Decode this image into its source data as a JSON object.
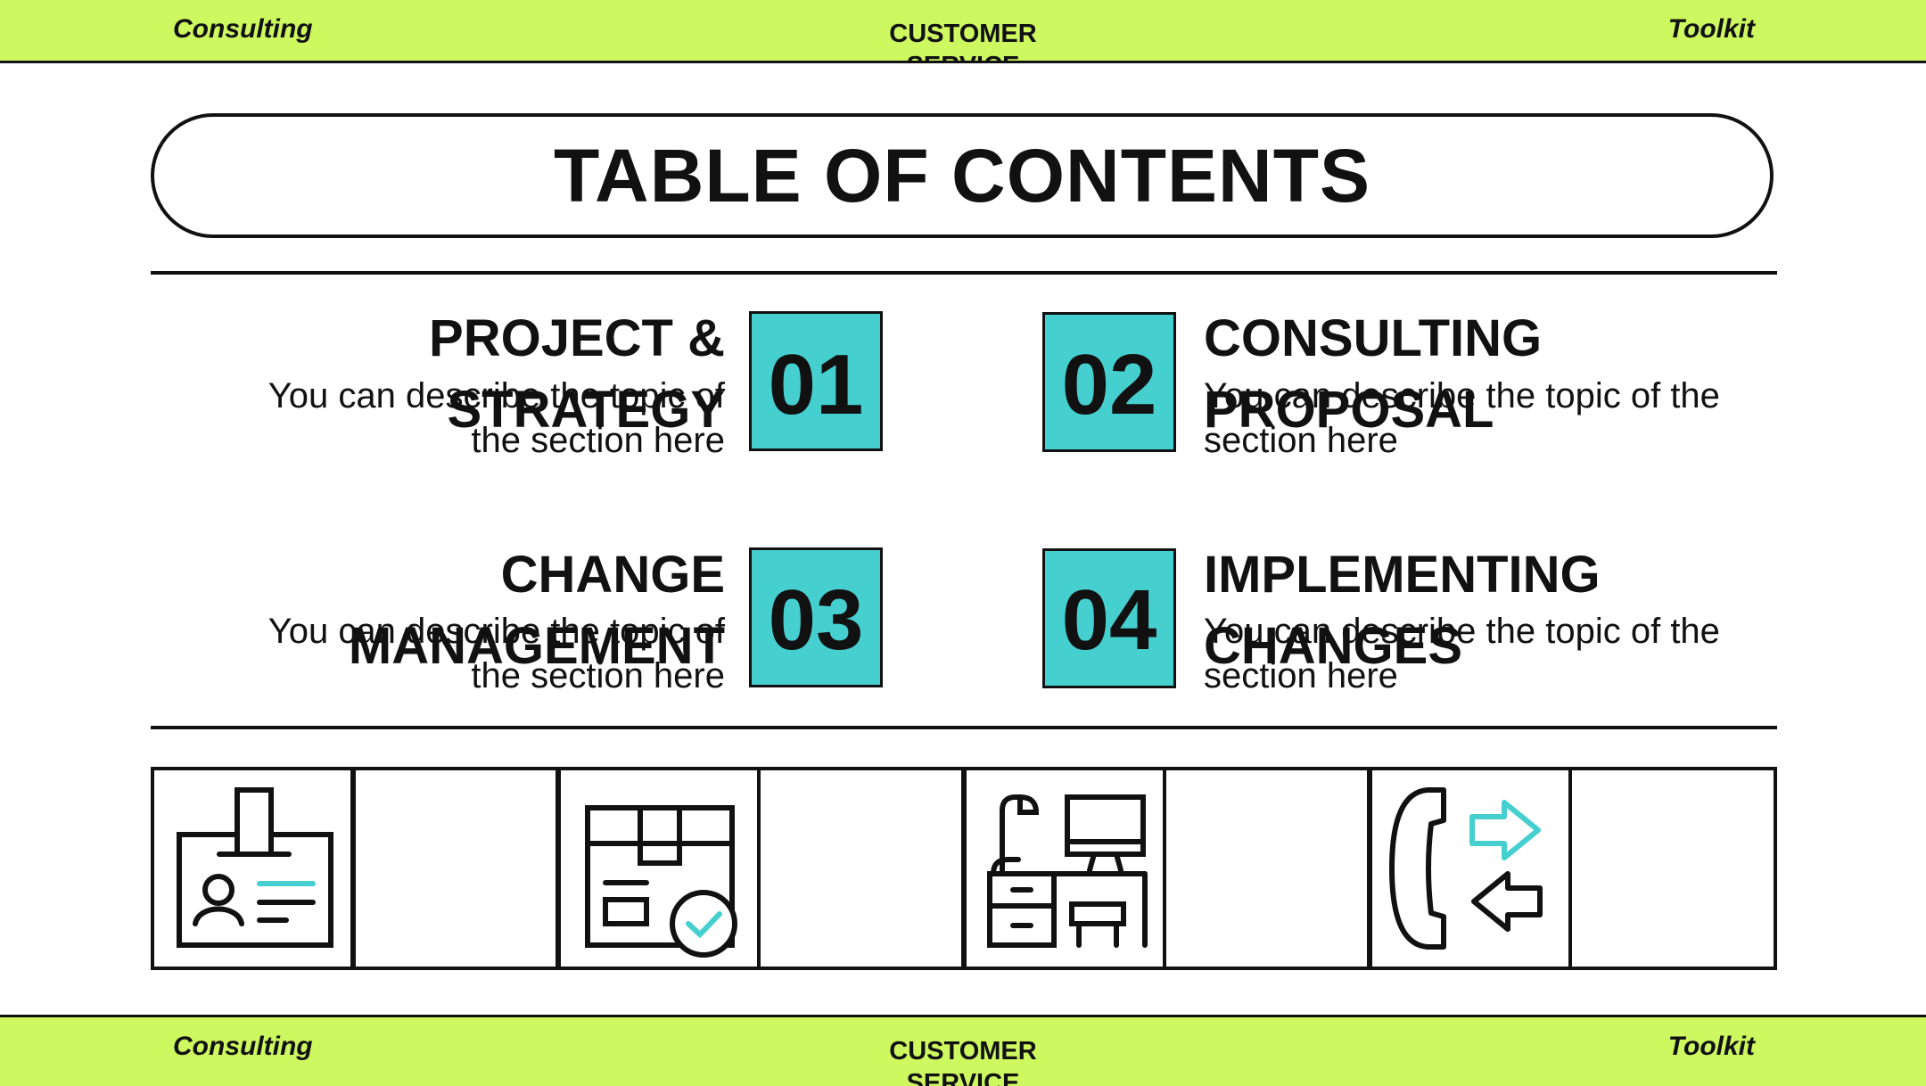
{
  "header": {
    "left": "Consulting",
    "center": "CUSTOMER SERVICE",
    "right": "Toolkit"
  },
  "footer": {
    "left": "Consulting",
    "center": "CUSTOMER SERVICE",
    "right": "Toolkit"
  },
  "title": "TABLE OF CONTENTS",
  "sections": [
    {
      "number": "01",
      "title": "PROJECT & STRATEGY",
      "description": "You can describe the topic of the section here"
    },
    {
      "number": "02",
      "title": "CONSULTING PROPOSAL",
      "description": "You can describe the topic of the section here"
    },
    {
      "number": "03",
      "title": "CHANGE MANAGEMENT",
      "description": "You can describe the topic of the section here"
    },
    {
      "number": "04",
      "title": "IMPLEMENTING CHANGES",
      "description": "You can describe the topic of the section here"
    }
  ],
  "icons": [
    "id-badge-icon",
    "package-check-icon",
    "workstation-desk-icon",
    "phone-transfer-icon"
  ],
  "colors": {
    "accent": "#46cfcf",
    "bar": "#cdf860",
    "ink": "#111111"
  }
}
